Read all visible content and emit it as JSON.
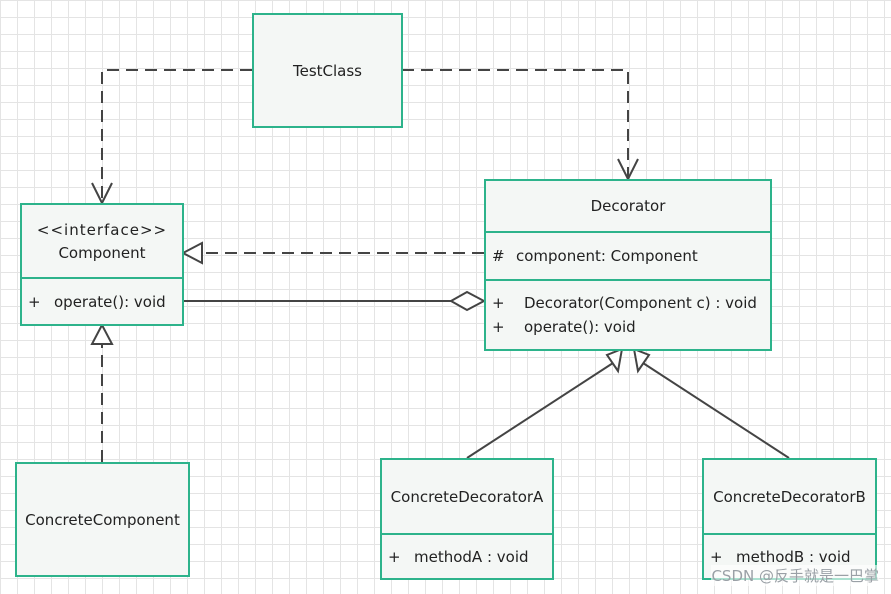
{
  "classes": {
    "test_class": {
      "name": "TestClass"
    },
    "component": {
      "stereotype": "<<interface>>",
      "name": "Component",
      "methods": [
        {
          "visibility": "+",
          "text": "operate(): void"
        }
      ]
    },
    "decorator": {
      "name": "Decorator",
      "attributes": [
        {
          "visibility": "#",
          "text": "component: Component"
        }
      ],
      "methods": [
        {
          "visibility": "+",
          "text": "Decorator(Component c) : void"
        },
        {
          "visibility": "+",
          "text": "operate(): void"
        }
      ]
    },
    "concrete_component": {
      "name": "ConcreteComponent"
    },
    "concrete_decorator_a": {
      "name": "ConcreteDecoratorA",
      "methods": [
        {
          "visibility": "+",
          "text": "methodA : void"
        }
      ]
    },
    "concrete_decorator_b": {
      "name": "ConcreteDecoratorB",
      "methods": [
        {
          "visibility": "+",
          "text": "methodB : void"
        }
      ]
    }
  },
  "watermark": "CSDN @反手就是一巴掌",
  "colors": {
    "box_border": "#2db38b",
    "box_fill": "#f4f7f5",
    "line": "#444444",
    "grid": "#e4e4e4"
  }
}
